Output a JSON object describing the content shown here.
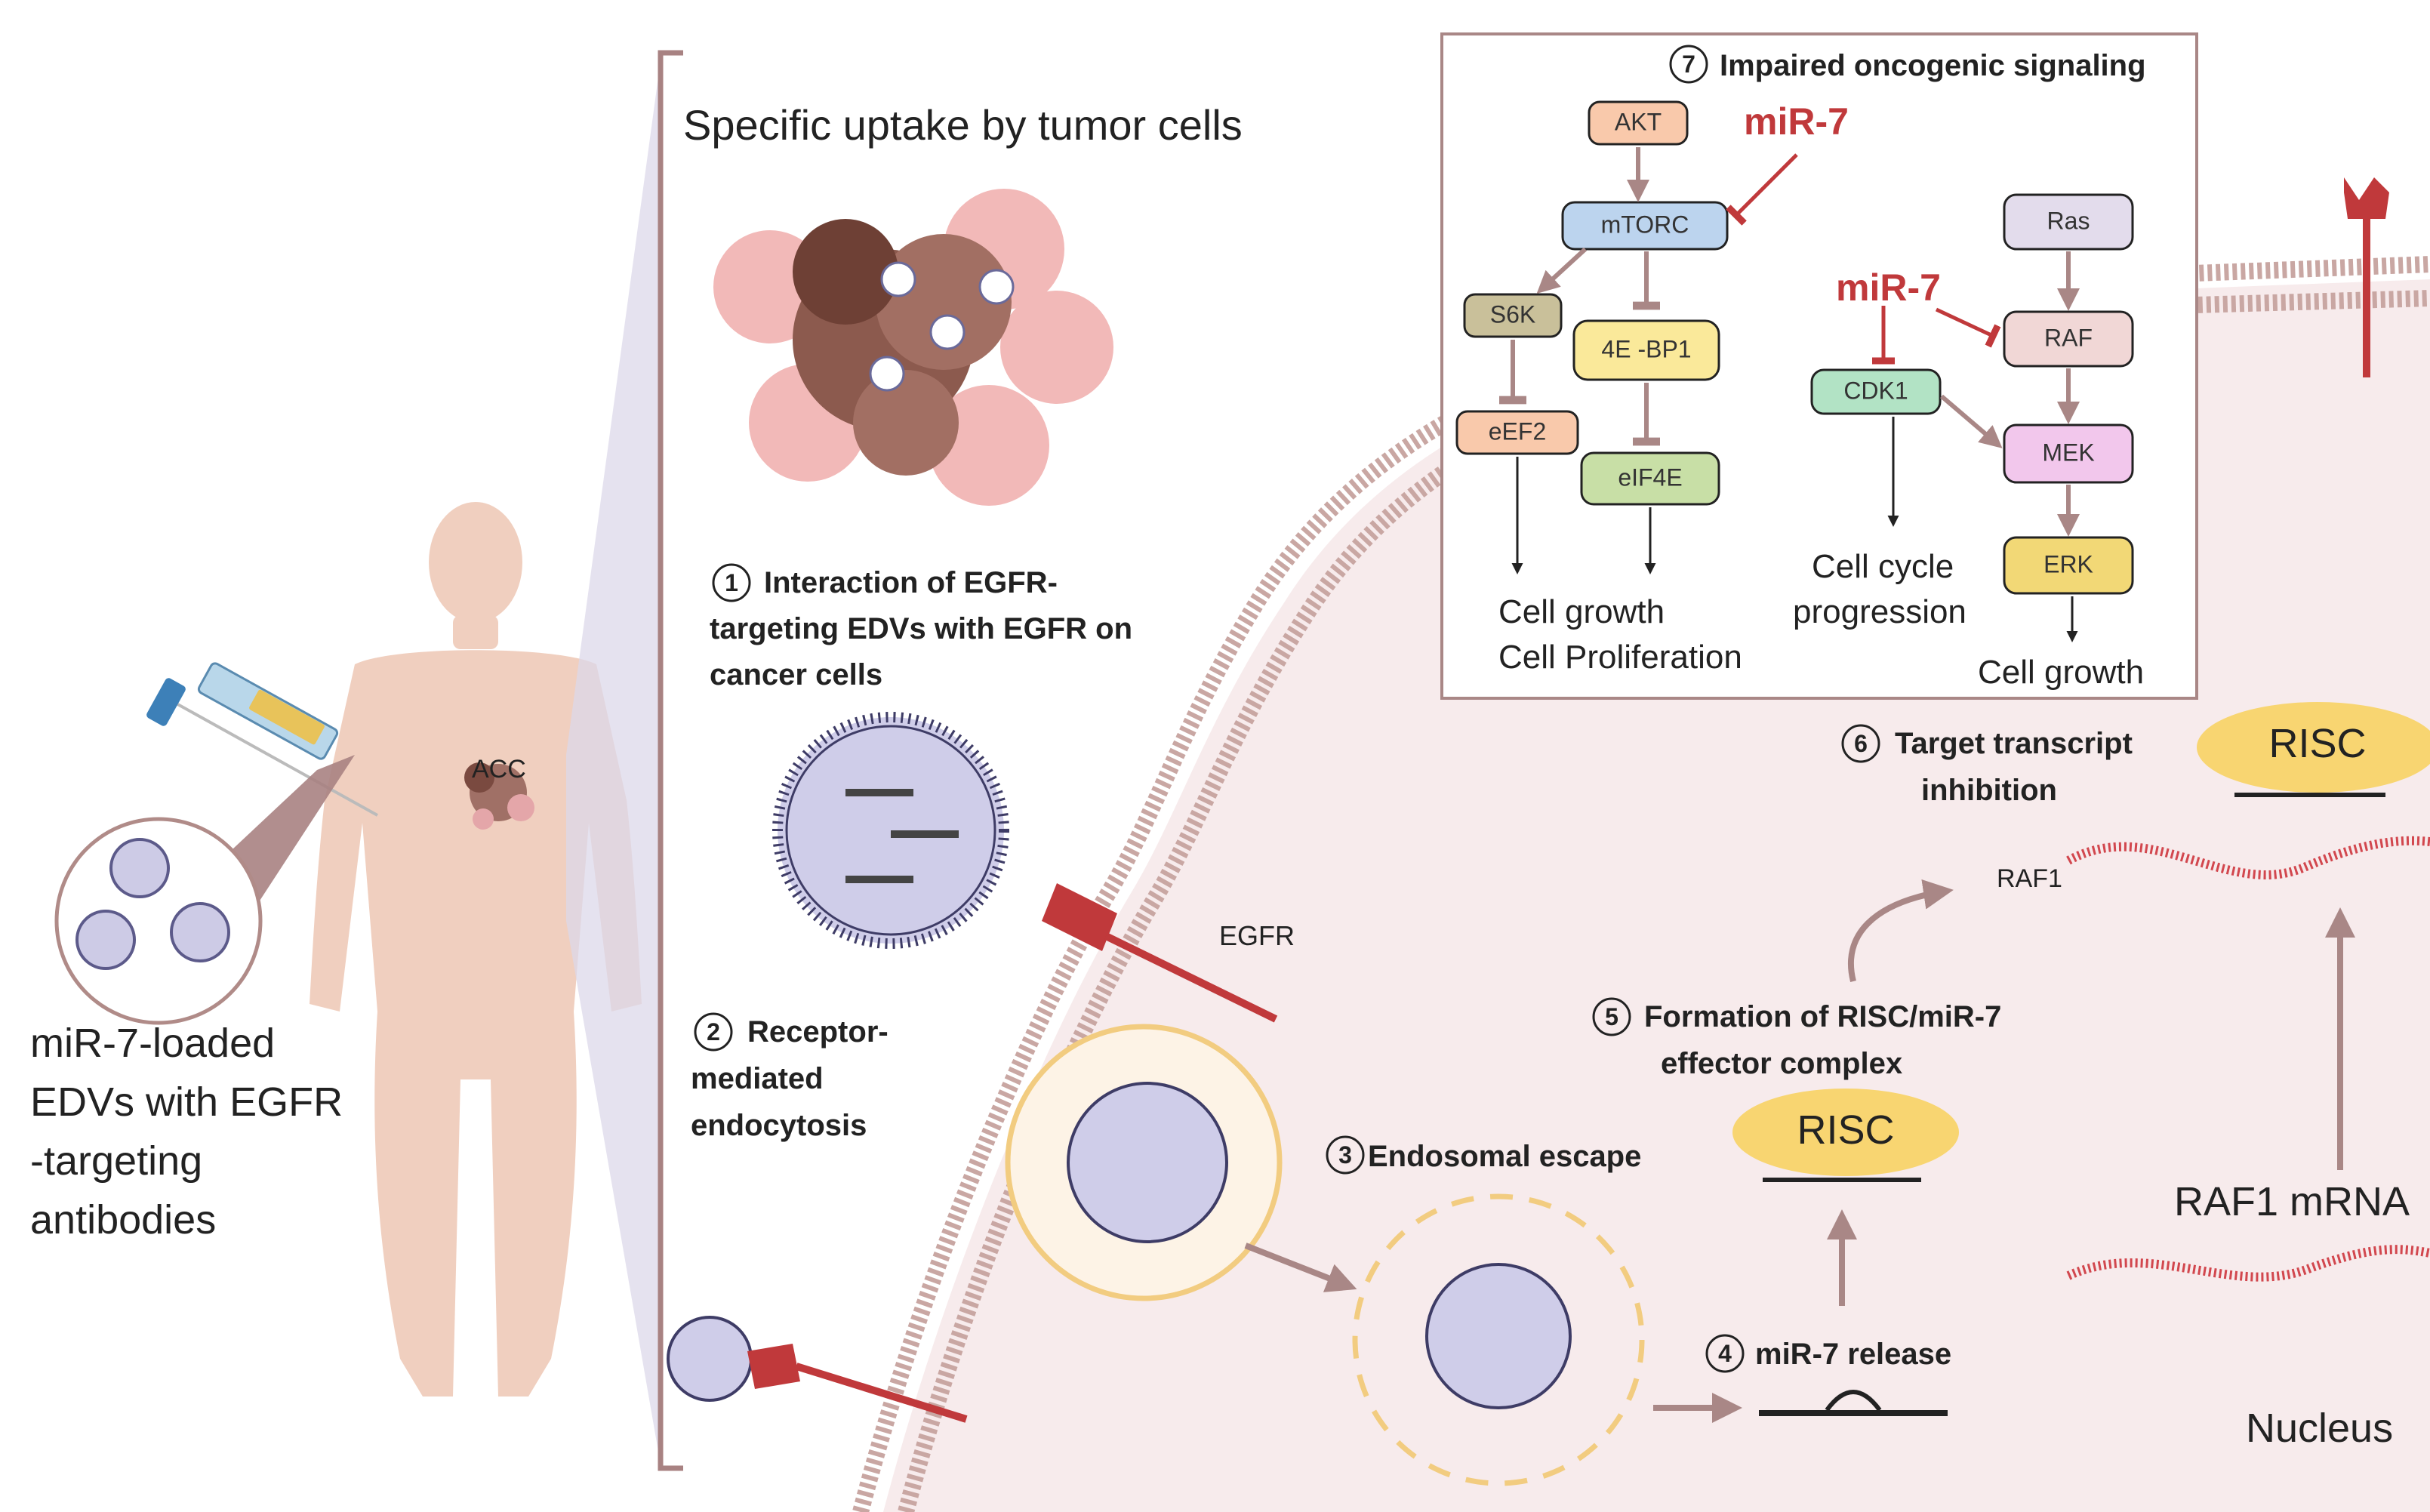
{
  "left_panel": {
    "caption_lines": [
      "miR-7-loaded",
      "EDVs with EGFR",
      "-targeting",
      "antibodies"
    ],
    "acc_label": "ACC"
  },
  "uptake_title": "Specific uptake by tumor cells",
  "steps": {
    "step1": {
      "num": "1",
      "lines": [
        "Interaction of EGFR-",
        "targeting EDVs with EGFR on",
        "cancer cells"
      ]
    },
    "step2": {
      "num": "2",
      "lines": [
        "Receptor-",
        "mediated",
        "endocytosis"
      ]
    },
    "step3": {
      "num": "3",
      "text": "Endosomal escape"
    },
    "step4": {
      "num": "4",
      "text": "miR-7 release"
    },
    "step5": {
      "num": "5",
      "lines": [
        "Formation of RISC/miR-7",
        "effector complex"
      ]
    },
    "step6": {
      "num": "6",
      "lines": [
        "Target transcript",
        "inhibition"
      ]
    }
  },
  "labels": {
    "egfr": "EGFR",
    "risc": "RISC",
    "raf1": "RAF1",
    "raf1_mrna": "RAF1 mRNA",
    "nucleus": "Nucleus"
  },
  "pathway": {
    "title_num": "7",
    "title": "Impaired oncogenic signaling",
    "mir_label": "miR-7",
    "nodes": {
      "akt": "AKT",
      "mtorc": "mTORC",
      "s6k": "S6K",
      "ebp1": "4E -BP1",
      "eef2": "eEF2",
      "eif4e": "eIF4E",
      "ras": "Ras",
      "raf": "RAF",
      "cdk1": "CDK1",
      "mek": "MEK",
      "erk": "ERK"
    },
    "outcomes": {
      "growth_prolif": [
        "Cell growth",
        "Cell Proliferation"
      ],
      "cell_cycle": [
        "Cell cycle",
        "progression"
      ],
      "growth": "Cell growth"
    }
  },
  "colors": {
    "membrane": "#c9a7a3",
    "cell_fill": "#f7ebec",
    "mir_red": "#c0393b",
    "risc_yellow": "#f8d571",
    "arrow_brown": "#a98786"
  }
}
